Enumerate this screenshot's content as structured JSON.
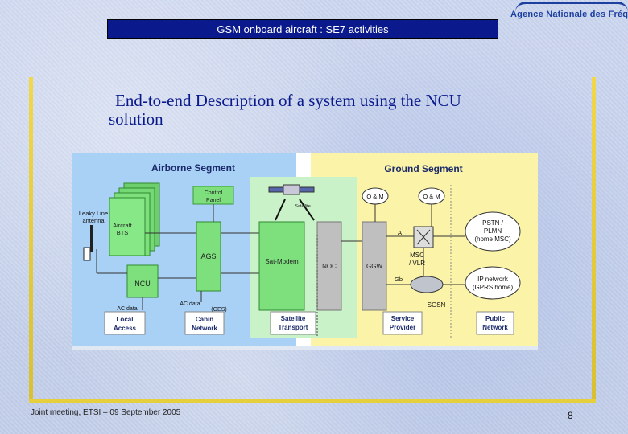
{
  "header": {
    "title": "GSM onboard aircraft : SE7 activities",
    "logo_text": "Agence Nationale des Fréquences"
  },
  "slide": {
    "title_line1": "End-to-end Description of a system using the NCU",
    "title_line2": "solution"
  },
  "diagram": {
    "airborne_label": "Airborne Segment",
    "ground_label": "Ground Segment",
    "control_panel": [
      "Control",
      "Panel"
    ],
    "leaky_line": [
      "Leaky Line",
      "antenna"
    ],
    "aircraft_bts": [
      "Aircraft",
      "BTS"
    ],
    "ags": "AGS",
    "ncu": "NCU",
    "ac_data_1": "AC data",
    "ac_data_2": "AC data",
    "ges": "(GES)",
    "local_access": [
      "Local",
      "Access"
    ],
    "cabin_network": [
      "Cabin",
      "Network"
    ],
    "satellite_small": "Satellite",
    "sat_modem": "Sat-Modem",
    "noc": "NOC",
    "satellite_transport": [
      "Satellite",
      "Transport"
    ],
    "om_1": "O & M",
    "om_2": "O & M",
    "ggw": "GGW",
    "iface_a": "A",
    "iface_gb": "Gb",
    "msc": [
      "MSC",
      "/ VLR"
    ],
    "sgsn": "SGSN",
    "service_provider": [
      "Service",
      "Provider"
    ],
    "pstn": [
      "PSTN /",
      "PLMN",
      "(home MSC)"
    ],
    "ip_network": [
      "IP network",
      "(GPRS home)"
    ],
    "public_network": [
      "Public",
      "Network"
    ]
  },
  "footer": {
    "meeting": "Joint meeting, ETSI – 09 September 2005",
    "page": "8"
  },
  "colors": {
    "title_bar": "#0a1a8c",
    "airborne_bg": "#a9d0f5",
    "ground_bg": "#fbf4a8",
    "transport_bg": "#c9f2c9",
    "box_green": "#7de07d",
    "frame_yellow": "#e6cf3c"
  }
}
